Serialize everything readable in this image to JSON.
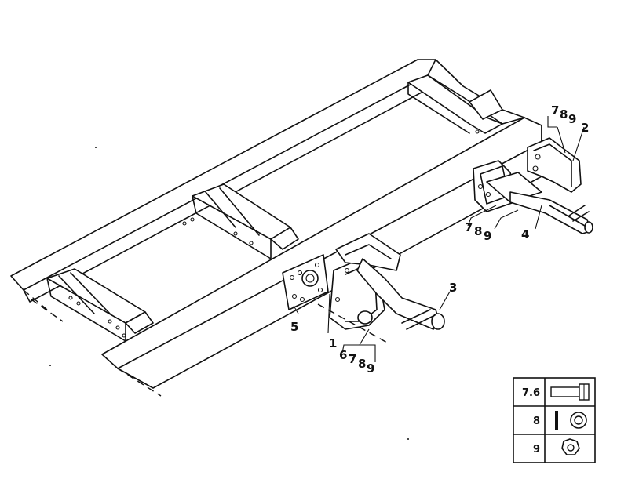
{
  "callouts": {
    "c1": "1",
    "c2": "2",
    "c3": "3",
    "c4": "4",
    "c5": "5"
  },
  "groups": {
    "top_right": [
      "7",
      "8",
      "9"
    ],
    "middle_right": [
      "7",
      "8",
      "9"
    ],
    "bottom": [
      "6",
      "7",
      "8",
      "9"
    ]
  },
  "legend": {
    "rows": [
      {
        "number": "7.6",
        "icon": "bolt-icon"
      },
      {
        "number": "8",
        "icon": "washer-icon"
      },
      {
        "number": "9",
        "icon": "nut-icon"
      }
    ]
  }
}
